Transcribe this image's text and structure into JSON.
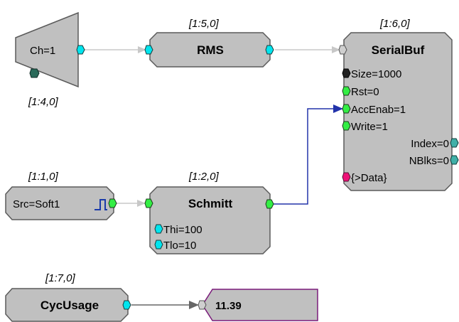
{
  "blocks": {
    "mux": {
      "label": "Ch=1",
      "id": "[1:4,0]"
    },
    "rms": {
      "label": "RMS",
      "id": "[1:5,0]"
    },
    "serialbuf": {
      "label": "SerialBuf",
      "id": "[1:6,0]",
      "inputs": [
        "Size=1000",
        "Rst=0",
        "AccEnab=1",
        "Write=1"
      ],
      "outputs": [
        "Index=0",
        "NBlks=0"
      ],
      "data": "{>Data}"
    },
    "source": {
      "label": "Src=Soft1",
      "id": "[1:1,0]"
    },
    "schmitt": {
      "label": "Schmitt",
      "id": "[1:2,0]",
      "params": [
        "Thi=100",
        "Tlo=10"
      ]
    },
    "cycusage": {
      "label": "CycUsage",
      "id": "[1:7,0]"
    },
    "display": {
      "value": "11.39",
      "border_color": "#7a1a7a"
    }
  },
  "colors": {
    "block_fill": "#c0c0c0",
    "wire": "#c8c8c8",
    "active_wire": "#2233aa"
  }
}
